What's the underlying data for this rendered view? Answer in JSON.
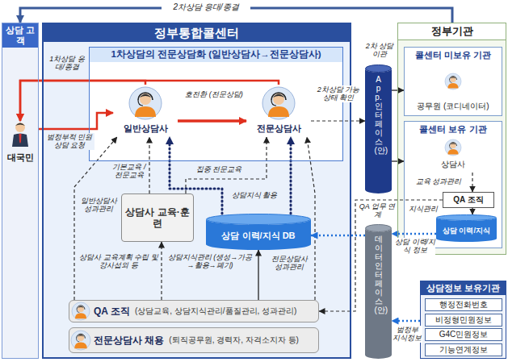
{
  "diagram": {
    "nodes": [
      {
        "text": [
          "상담 고객"
        ]
      },
      {
        "text": [
          "대국민"
        ],
        "in": 0
      },
      {
        "text": [
          "정부통합콜센터"
        ]
      },
      {
        "text": [
          "1차상담의 전문상담화 (일반상담사→전문상담사)"
        ],
        "in": 2
      },
      {
        "text": [
          "일반상담사"
        ],
        "in": 3
      },
      {
        "text": [
          "전문상담사"
        ],
        "in": 3
      },
      {
        "text": [
          "상담사 교육·훈련"
        ],
        "in": 2
      },
      {
        "text": [
          "상담 이력/지식 DB"
        ],
        "in": 2
      },
      {
        "text": [
          "QA 조직",
          "(상담교육, 상담지식관리/품질관리, 성과관리)"
        ],
        "in": 2
      },
      {
        "text": [
          "전문상담사 채용",
          "(퇴직공무원, 경력자, 자격소지자 등)"
        ],
        "in": 2
      },
      {
        "text": [
          "App.인터페이스(안)"
        ]
      },
      {
        "text": [
          "데이터인터페이스(안)"
        ]
      },
      {
        "text": [
          "정부기관"
        ]
      },
      {
        "text": [
          "콜센터 미보유 기관"
        ],
        "in": 12
      },
      {
        "text": [
          "공무원 (코디네이터)"
        ],
        "in": 13
      },
      {
        "text": [
          "콜센터 보유 기관"
        ],
        "in": 12
      },
      {
        "text": [
          "상담사"
        ],
        "in": 15
      },
      {
        "text": [
          "QA 조직"
        ],
        "in": 15
      },
      {
        "text": [
          "상담 이력/지식"
        ],
        "in": 15
      },
      {
        "text": [
          "상담정보 보유기관"
        ]
      },
      {
        "text": [
          "행정전화번호"
        ],
        "in": 19
      },
      {
        "text": [
          "비정형민원정보"
        ],
        "in": 19
      },
      {
        "text": [
          "G4C민원정보"
        ],
        "in": 19
      },
      {
        "text": [
          "기능연계정보"
        ],
        "in": 19
      }
    ],
    "edges": [
      {
        "from": 4,
        "to": 1,
        "label": "1차상담 응대/종결",
        "arrow": "to"
      },
      {
        "from": 5,
        "to": 1,
        "arrow": "to"
      },
      {
        "from": 1,
        "to": 4,
        "label": "범정부적 민원상담 요청",
        "arrow": "to"
      },
      {
        "from": 4,
        "to": 5,
        "label": "호전환 (전문상담)",
        "arrow": "to"
      },
      {
        "from": 5,
        "to": 10,
        "label": "2차상담 가능 상태 확인",
        "arrow": "to"
      },
      {
        "from": 10,
        "to": 13,
        "label": "2차 상담 이관",
        "arrow": "to"
      },
      {
        "from": 10,
        "to": 15,
        "arrow": "to"
      },
      {
        "from": 12,
        "to": 0,
        "label": "2차상담 응대/종결",
        "arrow": "to"
      },
      {
        "from": 6,
        "to": 4,
        "label": "기본교육 /전문교육",
        "arrow": "to"
      },
      {
        "from": 6,
        "to": 5,
        "label": "집중 전문교육",
        "arrow": "to"
      },
      {
        "from": 7,
        "to": 4,
        "label": "상담지식 활용",
        "arrow": "to"
      },
      {
        "from": 7,
        "to": 5,
        "arrow": "to"
      },
      {
        "from": 8,
        "to": 4,
        "label": "일반상담사 성과관리",
        "arrow": "to"
      },
      {
        "from": 8,
        "to": 5,
        "label": "전문상담사 성과관리",
        "arrow": "to"
      },
      {
        "from": 8,
        "to": 6,
        "label": "상담사 교육계획 수립 및 강사섭외 등",
        "arrow": "to"
      },
      {
        "from": 8,
        "to": 7,
        "label": "상담지식관리 (생성→가공→활용→폐기)",
        "arrow": "to"
      },
      {
        "from": 17,
        "to": 8,
        "label": "QA 업무 연계",
        "arrow": "to"
      },
      {
        "from": 16,
        "to": 17,
        "label": "교육 성과관리",
        "arrow": "to"
      },
      {
        "from": 17,
        "to": 18,
        "label": "지식관리",
        "arrow": "to"
      },
      {
        "from": 18,
        "to": 11,
        "label": "상담 이력/지식 정보",
        "arrow": "to"
      },
      {
        "from": 19,
        "to": 11,
        "label": "범정부 지식정보",
        "arrow": "to"
      },
      {
        "from": 11,
        "to": 7,
        "arrow": "to"
      }
    ]
  }
}
